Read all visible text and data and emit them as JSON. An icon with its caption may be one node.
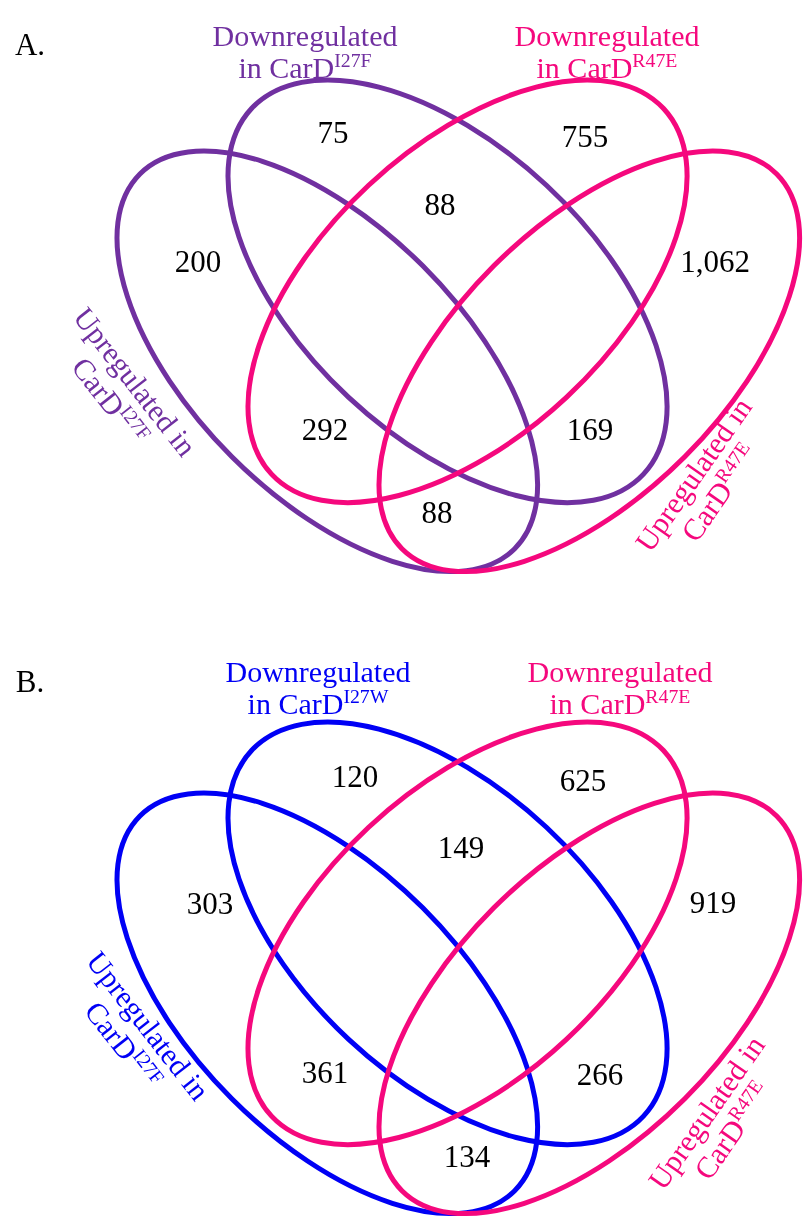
{
  "diagram": {
    "nodes": [
      {
        "text": [
          "Upregulated in CarD$^{I27F}$"
        ]
      },
      {
        "text": [
          "Downregulated in CarD$^{I27F}$"
        ]
      },
      {
        "text": [
          "Downregulated in CarD$^{R47E}$"
        ]
      },
      {
        "text": [
          "Upregulated in CarD$^{R47E}$"
        ]
      },
      {
        "text": [
          "Upregulated in CarD$^{I27F}$"
        ]
      },
      {
        "text": [
          "Downregulated in CarD$^{I27W}$"
        ]
      },
      {
        "text": [
          "Downregulated in CarD$^{R47E}$"
        ]
      },
      {
        "text": [
          "Upregulated in CarD$^{R47E}$"
        ]
      }
    ],
    "labels": [
      "A.",
      "75",
      "755",
      "88",
      "200",
      "1,062",
      "292",
      "169",
      "88",
      "B.",
      "120",
      "625",
      "149",
      "303",
      "919",
      "361",
      "266",
      "134"
    ]
  }
}
